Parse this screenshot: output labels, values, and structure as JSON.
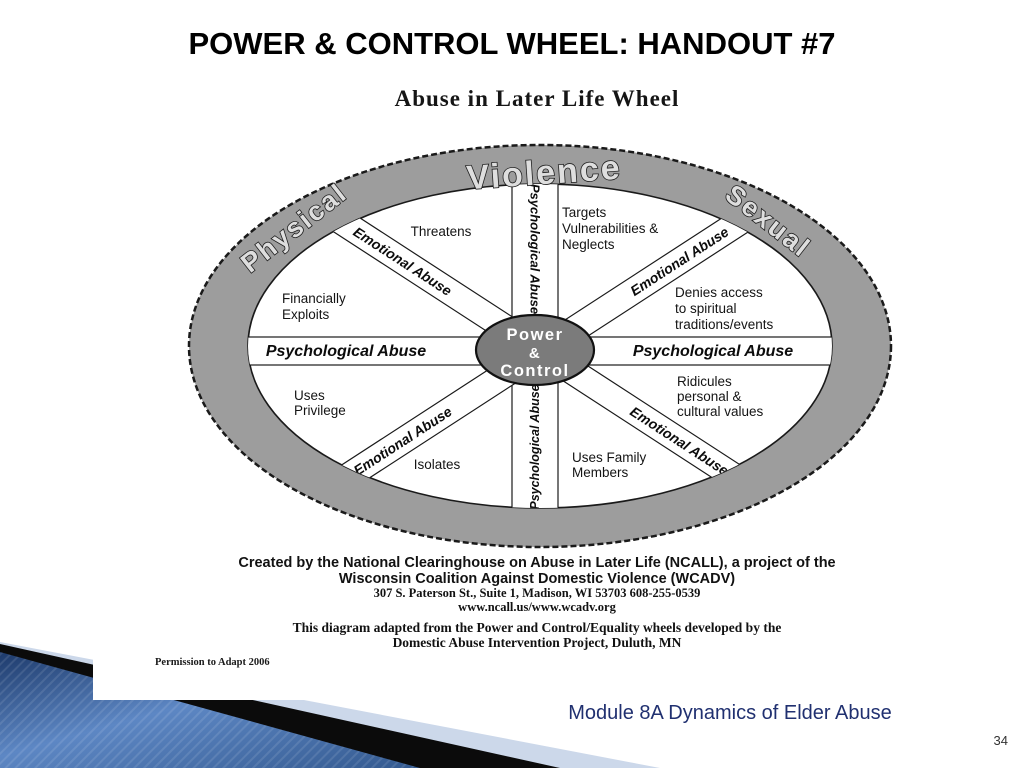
{
  "slide": {
    "title": "POWER & CONTROL WHEEL: HANDOUT #7",
    "module_footer": "Module 8A  Dynamics of Elder Abuse",
    "page_number": "34",
    "colors": {
      "title_navy": "#22226f",
      "footer_navy": "#203070",
      "rim_gray": "#9d9d9d",
      "hub_gray": "#7b7b7b",
      "wedge_blue_dark": "#27497e",
      "wedge_blue_light": "#5d87c4",
      "ribbon_pale_blue": "#ccd8ea",
      "ribbon_black": "#0b0b0b"
    }
  },
  "handout": {
    "heading": "Abuse in Later Life Wheel",
    "credits": [
      "Created by the National Clearinghouse on Abuse in Later Life (NCALL), a project of the",
      "Wisconsin Coalition Against Domestic Violence (WCADV)",
      "307 S. Paterson St., Suite 1, Madison, WI 53703 608-255-0539",
      "www.ncall.us/www.wcadv.org"
    ],
    "adapted": [
      "This diagram adapted from the Power and Control/Equality wheels developed by the",
      "Domestic Abuse Intervention Project, Duluth, MN"
    ],
    "permission": "Permission to Adapt 2006"
  },
  "wheel": {
    "rim_labels": {
      "left": "Physical",
      "top": "Violence",
      "right": "Sexual"
    },
    "hub": {
      "line1": "Power",
      "line2": "&",
      "line3": "Control"
    },
    "spoke_psychological": "Psychological Abuse",
    "spoke_emotional": "Emotional Abuse",
    "segments": {
      "threatens": [
        "Threatens"
      ],
      "targets": [
        "Targets",
        "Vulnerabilities &",
        "Neglects"
      ],
      "denies": [
        "Denies access",
        "to spiritual",
        "traditions/events"
      ],
      "ridicules": [
        "Ridicules",
        "personal &",
        "cultural values"
      ],
      "uses_family": [
        "Uses Family",
        "Members"
      ],
      "isolates": [
        "Isolates"
      ],
      "uses_privilege": [
        "Uses",
        "Privilege"
      ],
      "financially": [
        "Financially",
        "Exploits"
      ]
    }
  }
}
